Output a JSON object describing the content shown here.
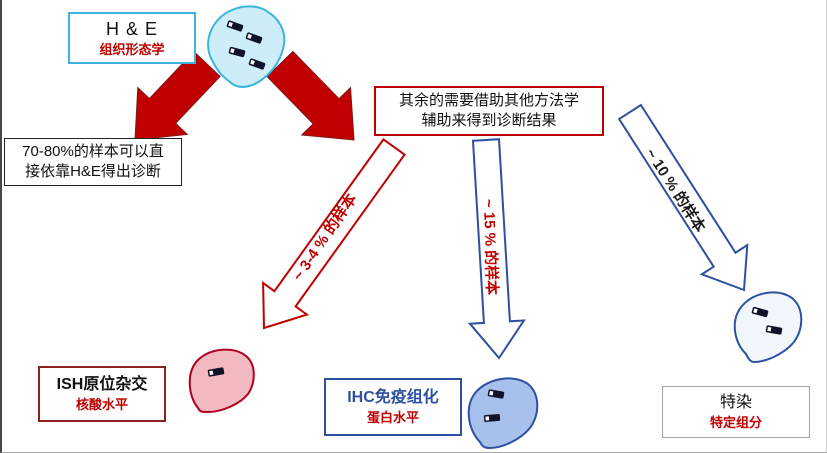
{
  "boxes": {
    "hne": {
      "title": "H & E",
      "subtitle": "组织形态学"
    },
    "hne_note": {
      "line1": "70-80%的样本可以直",
      "line2": "接依靠H&E得出诊断"
    },
    "other_note": {
      "line1": "其余的需要借助其他方法学",
      "line2": "辅助来得到诊断结果"
    },
    "ish": {
      "title": "ISH原位杂交",
      "subtitle": "核酸水平"
    },
    "ihc": {
      "title": "IHC免疫组化",
      "subtitle": "蛋白水平"
    },
    "special": {
      "title": "特染",
      "subtitle": "特定组分"
    }
  },
  "arrow_labels": {
    "ish": "~ 3-4 % 的样本",
    "ihc": "~ 15 % 的样本",
    "special": "~ 10 % 的样本"
  },
  "colors": {
    "accent_red": "#c00000",
    "accent_blue": "#2d50a0",
    "hne_border_cyan": "#3fb3e0",
    "ish_border_darkred": "#8f2020",
    "special_border_gray": "#a6a6a6"
  }
}
